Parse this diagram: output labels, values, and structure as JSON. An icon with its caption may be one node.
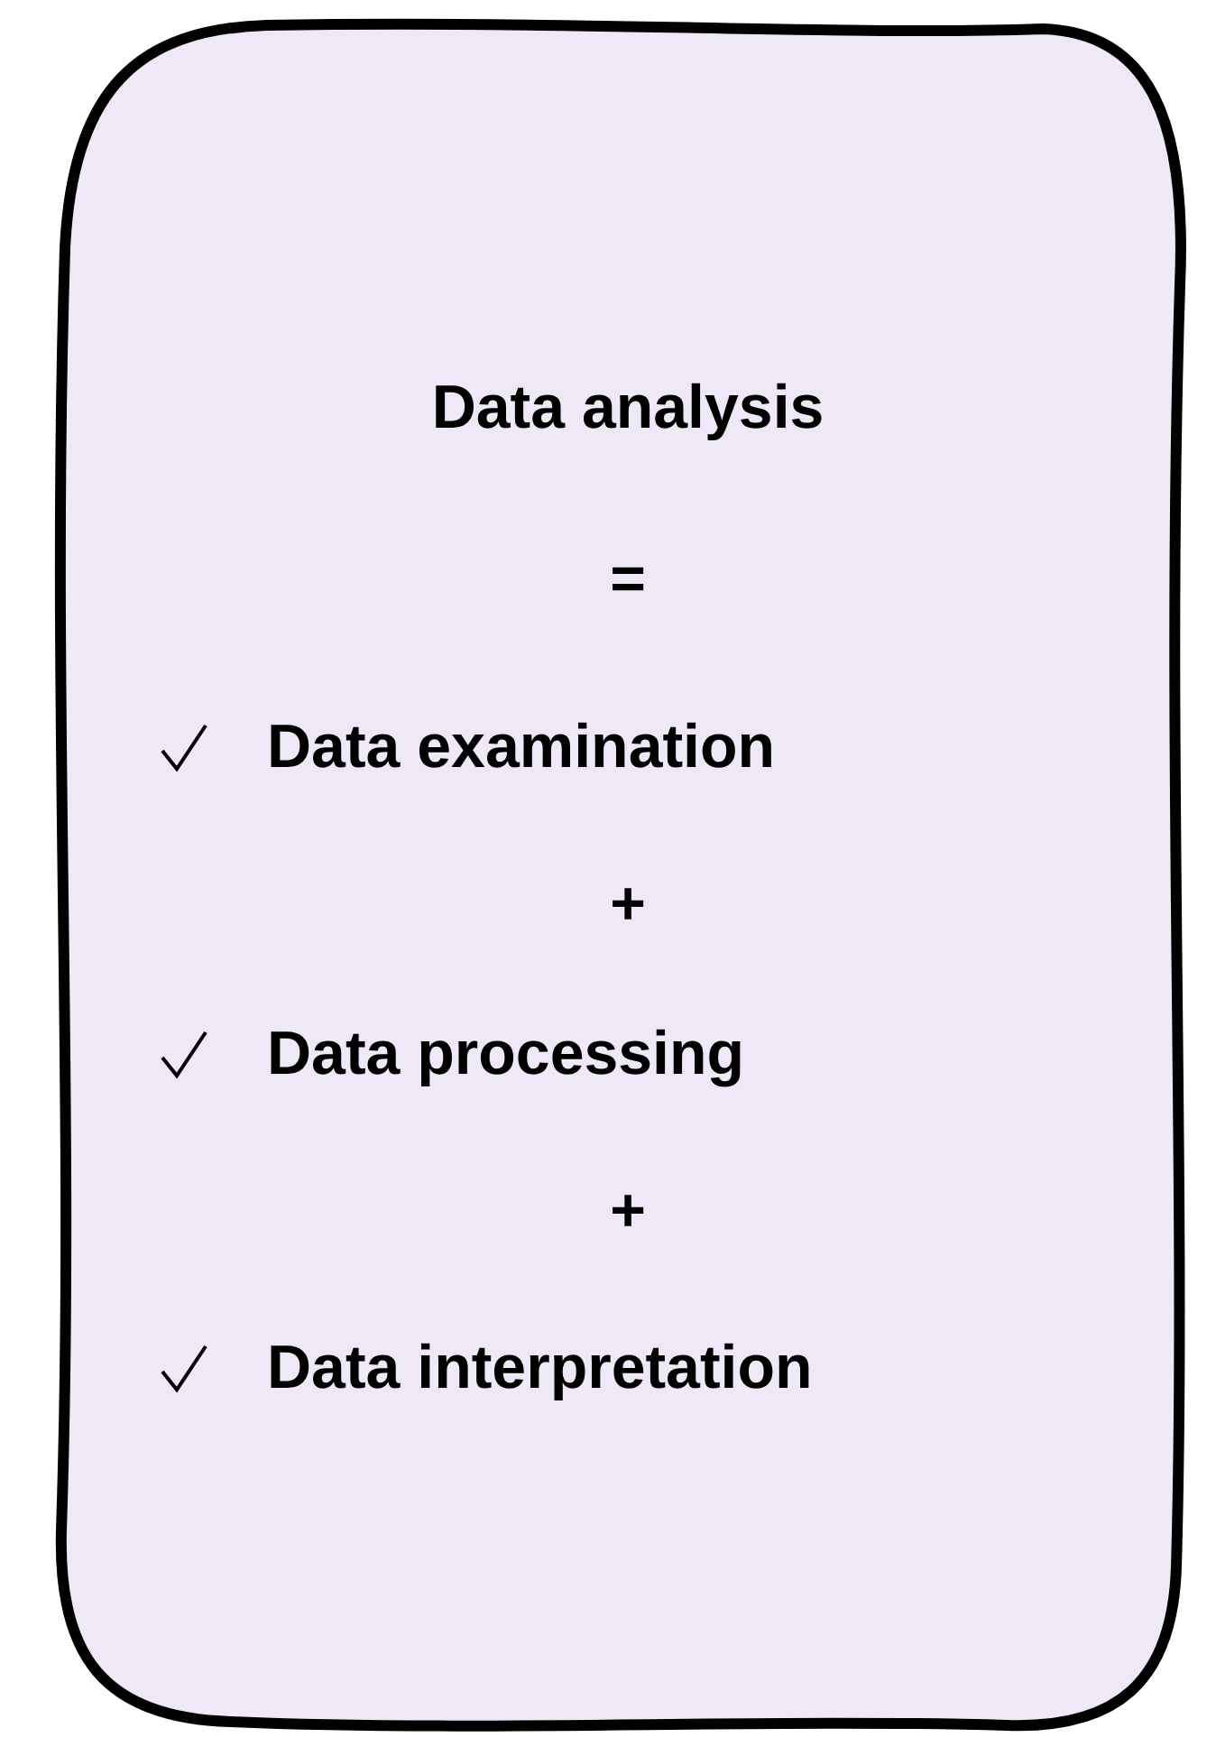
{
  "diagram": {
    "nodes": [
      {
        "text": [
          "Data analysis",
          "=",
          "Data examination",
          "+",
          "Data processing",
          "+",
          "Data interpretation"
        ]
      }
    ]
  }
}
